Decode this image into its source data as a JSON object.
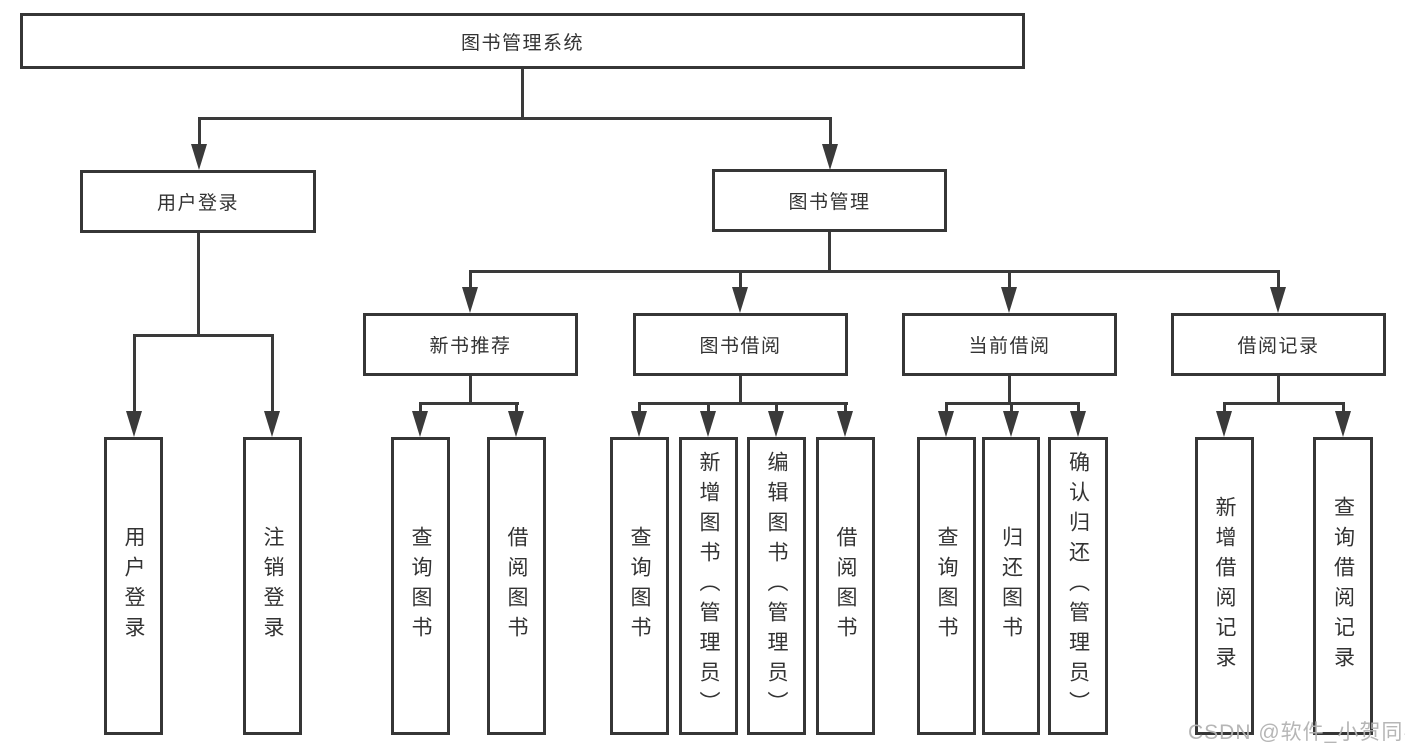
{
  "root": {
    "label": "图书管理系统"
  },
  "level2": [
    {
      "label": "用户登录"
    },
    {
      "label": "图书管理"
    }
  ],
  "level3": [
    {
      "label": "新书推荐"
    },
    {
      "label": "图书借阅"
    },
    {
      "label": "当前借阅"
    },
    {
      "label": "借阅记录"
    }
  ],
  "leaves": {
    "user_login": [
      {
        "label": "用户登录"
      },
      {
        "label": "注销登录"
      }
    ],
    "new_book": [
      {
        "label": "查询图书"
      },
      {
        "label": "借阅图书"
      }
    ],
    "book_borrow": [
      {
        "label": "查询图书"
      },
      {
        "label": "新增图书（管理员）"
      },
      {
        "label": "编辑图书（管理员）"
      },
      {
        "label": "借阅图书"
      }
    ],
    "current_borrow": [
      {
        "label": "查询图书"
      },
      {
        "label": "归还图书"
      },
      {
        "label": "确认归还（管理员）"
      }
    ],
    "borrow_records": [
      {
        "label": "新增借阅记录"
      },
      {
        "label": "查询借阅记录"
      }
    ]
  },
  "watermark": {
    "text": "CSDN @软件_小贺同学"
  },
  "colors": {
    "line": "#3a3a3a",
    "border": "#363636",
    "text": "#333333",
    "background": "#ffffff",
    "watermark": "#b3b3b3"
  }
}
